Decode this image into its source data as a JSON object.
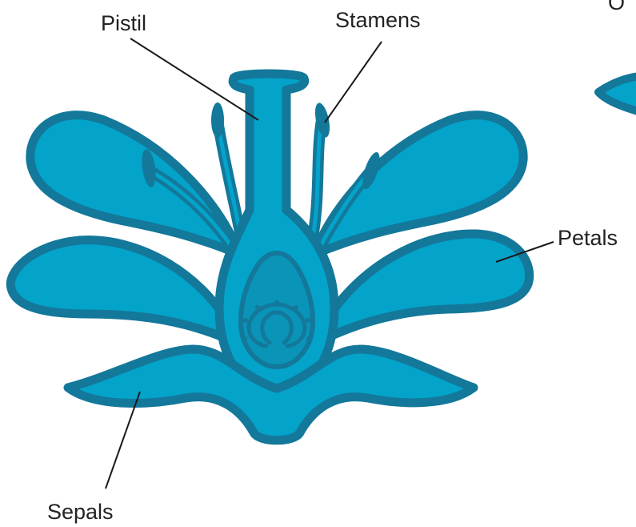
{
  "colors": {
    "outline": "#13789a",
    "fill": "#04a3ca",
    "inner": "#0994b8",
    "label_text": "#222222",
    "leader_line": "#1a1a1a",
    "background": "#ffffff"
  },
  "labels": {
    "pistil": "Pistil",
    "stamens": "Stamens",
    "petals": "Petals",
    "sepals": "Sepals",
    "ovary": "O"
  }
}
